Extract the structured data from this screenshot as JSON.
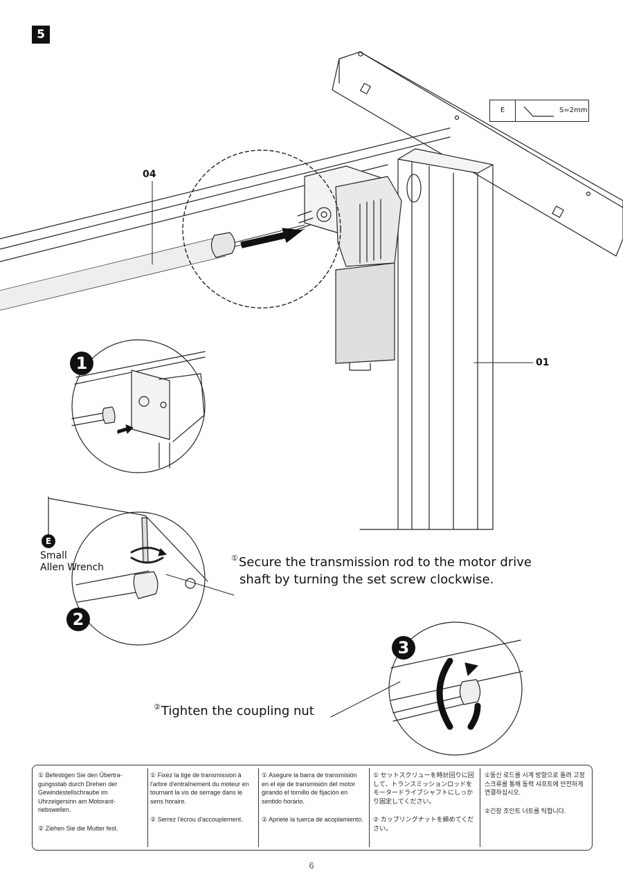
{
  "step": {
    "number": "5"
  },
  "parts": {
    "rod": "04",
    "leg": "01"
  },
  "tool": {
    "letter": "E",
    "size": "S=2mm",
    "name_line1": "Small",
    "name_line2": "Allen Wrench"
  },
  "details": {
    "one": "1",
    "two": "2",
    "three": "3"
  },
  "instructions": {
    "first_marker": "①",
    "first_line1": "Secure the transmission rod to the motor drive",
    "first_line2": "shaft by turning the set screw clockwise.",
    "second_marker": "②",
    "second": "Tighten the coupling nut"
  },
  "translations": [
    {
      "lang": "de",
      "p1": "① Befestigen Sie den Übertra-gungsstab durch Drehen der Gewindestellschraube im Uhrzeigersinn am Motorant-riebswellen.",
      "p2": "② Ziehen Sie die Mutter fest."
    },
    {
      "lang": "fr",
      "p1": "① Fixez la tige de transmission à l'arbre d'entraînement du moteur en tournant la vis de serrage dans le sens horaire.",
      "p2": "② Serrez l'écrou d'accouplement."
    },
    {
      "lang": "es",
      "p1": "① Asegure la barra de transmisión en el eje de transmisión del motor girando el tornillo de fijación en sentido horario.",
      "p2": "② Apriete la tuerca de acoplamiento."
    },
    {
      "lang": "ja",
      "p1": "① セットスクリューを時計回りに回して、トランスミッションロッドをモータードライブシャフトにしっかり固定してください。",
      "p2": "② カップリングナットを締めてください。"
    },
    {
      "lang": "ko",
      "p1": "①동신 로드를 시계 방향으로 돌려 고정 스크류를 통해 동력 샤프트에 안전하게 연결하십시오.",
      "p2": "②긴장 조인트 너트를 틱합니다."
    }
  ],
  "page_number": "6"
}
